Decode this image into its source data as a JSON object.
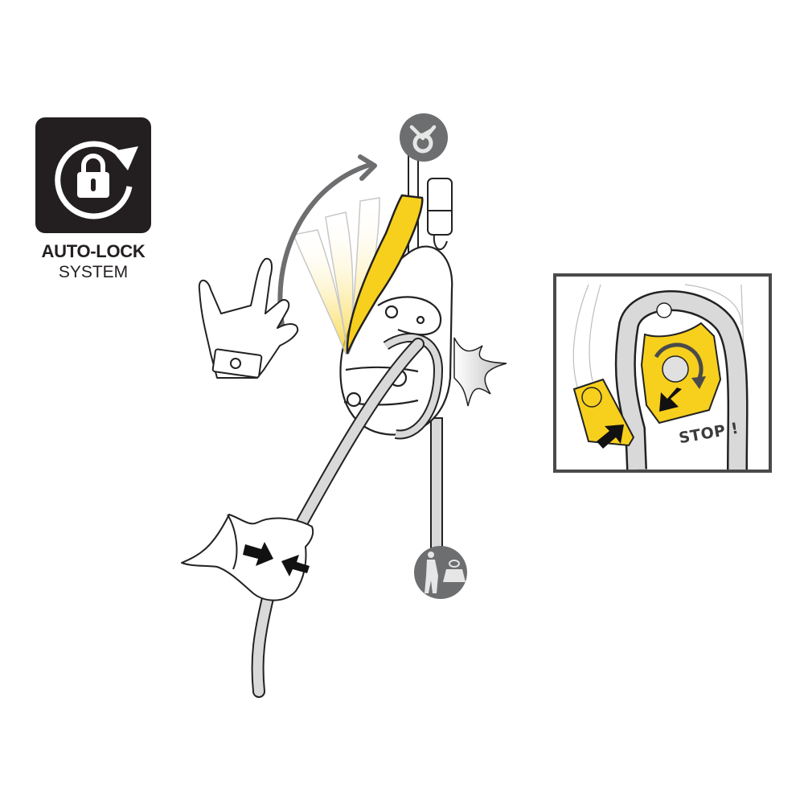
{
  "badge": {
    "icon": "auto-lock-icon",
    "title": "AUTO-LOCK",
    "subtitle": "SYSTEM",
    "background": "#231f20",
    "foreground": "#ffffff"
  },
  "illustration": {
    "top_icon": "anchor-icon",
    "bottom_icon": "user-and-load-icon",
    "motion_arrow": "curved-arrow-icon",
    "handle_color": "#f7cf1d",
    "rope_color": "#d9d9d9",
    "icon_circle_color": "#6d6e70",
    "impact": "impact-burst-icon",
    "squeeze_arrows": "squeeze-arrows-icon"
  },
  "inset": {
    "stop_label": "STOP !",
    "border_color": "#4a4a4a",
    "cam_color": "#f7cf1d"
  }
}
